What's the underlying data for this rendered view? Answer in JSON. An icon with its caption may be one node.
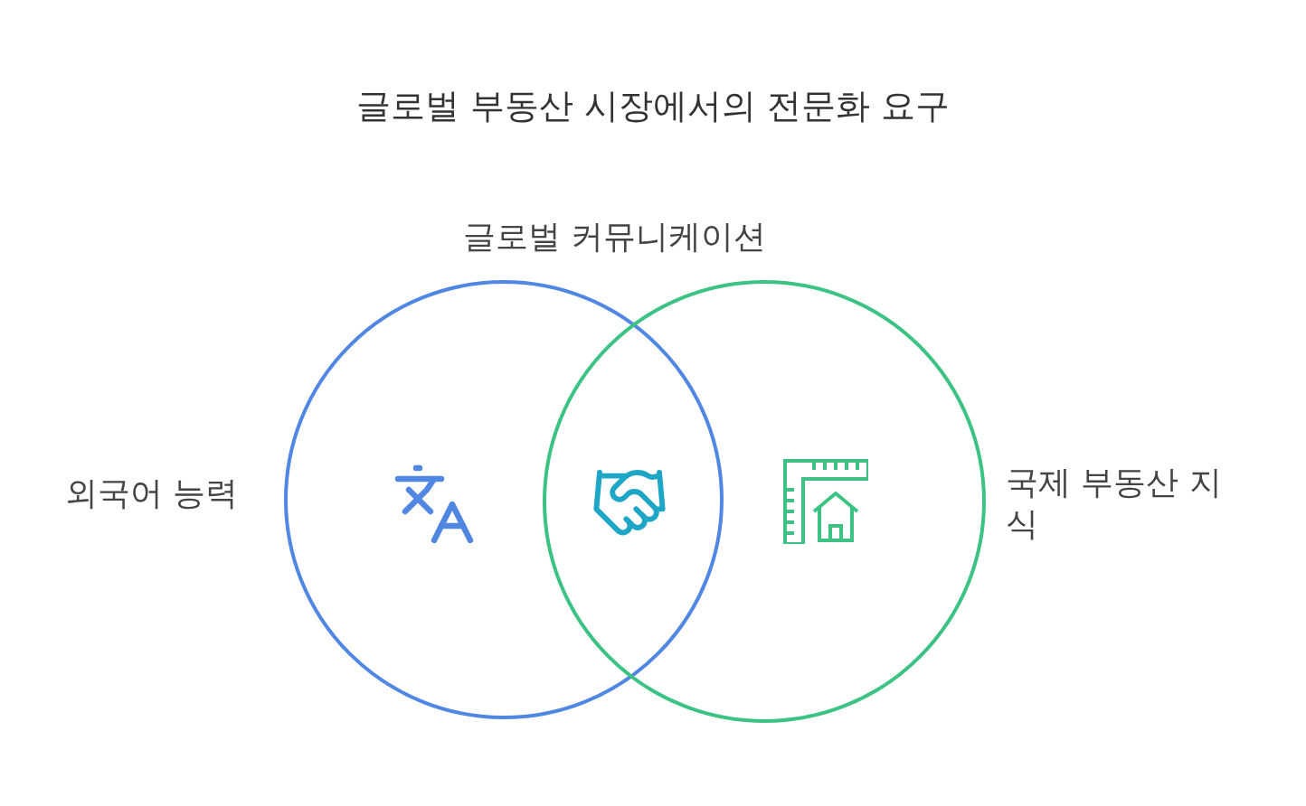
{
  "diagram": {
    "title": "글로벌 부동산 시장에서의 전문화 요구",
    "nodes": [
      {
        "text": [],
        "shape": "circle",
        "beside": [
          "외국어 능력"
        ]
      },
      {
        "text": [],
        "shape": "circle",
        "beside": [
          "국제 부동산 지식"
        ]
      }
    ],
    "labels": [
      "글로벌 커뮤니케이션"
    ]
  }
}
